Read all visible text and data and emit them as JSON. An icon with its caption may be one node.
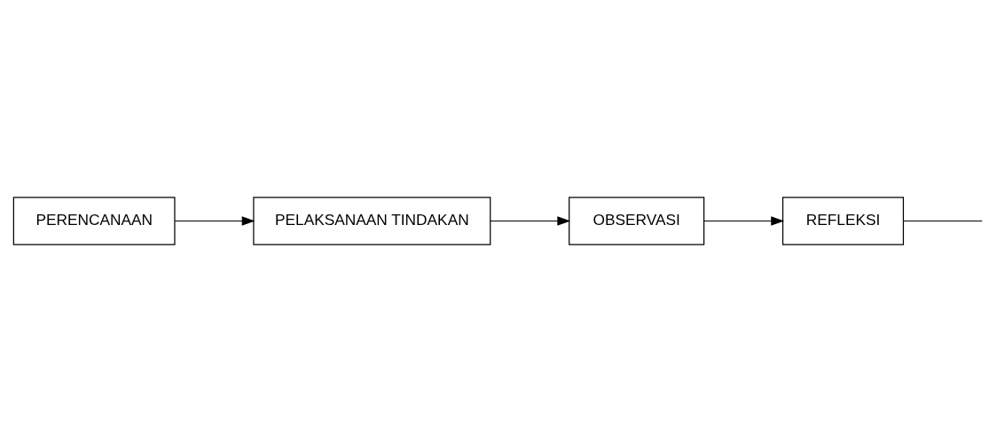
{
  "diagram": {
    "nodes": [
      {
        "text": [
          "REFLEKSI"
        ]
      },
      {
        "text": [
          "OBSERVASI"
        ]
      },
      {
        "text": [
          "PERENCANAAN"
        ]
      },
      {
        "text": [
          "PELAKSANAAN TINDAKAN"
        ]
      }
    ],
    "edges": [
      {
        "from": 1,
        "to": 0,
        "arrow": "to"
      },
      {
        "from": 2,
        "to": 3,
        "arrow": "to"
      },
      {
        "from": 3,
        "to": 1,
        "arrow": "to"
      },
      {
        "from": 0,
        "to": null,
        "arrow": "none"
      }
    ]
  }
}
